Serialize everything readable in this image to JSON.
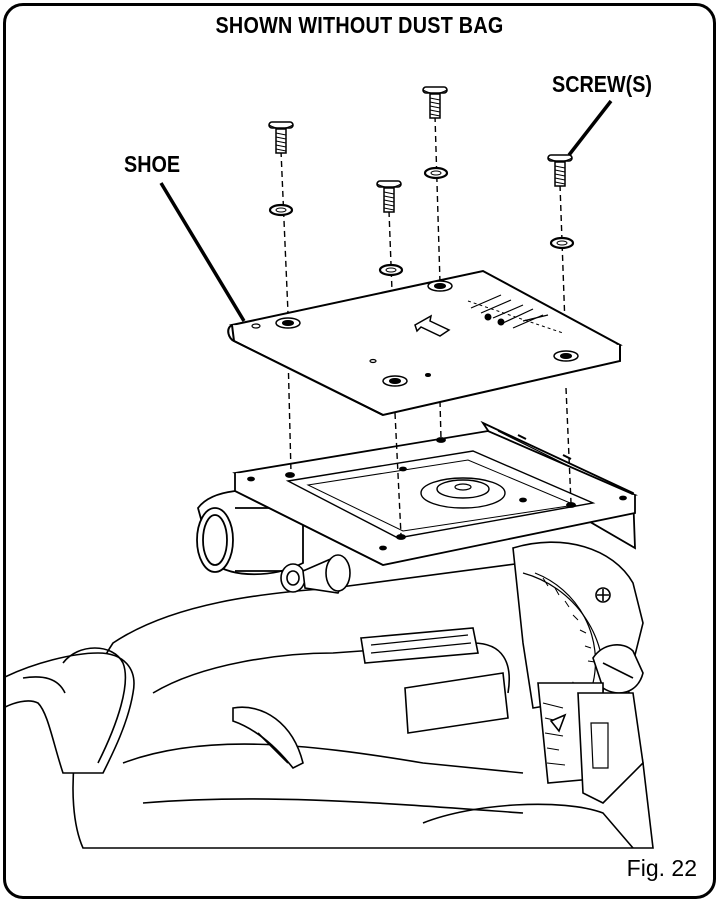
{
  "title": "SHOWN WITHOUT DUST BAG",
  "callouts": {
    "shoe": "SHOE",
    "screws": "SCREW(S)"
  },
  "figure_label": "Fig. 22",
  "colors": {
    "line": "#000000",
    "background": "#ffffff",
    "shade": "#e6e6e6"
  }
}
